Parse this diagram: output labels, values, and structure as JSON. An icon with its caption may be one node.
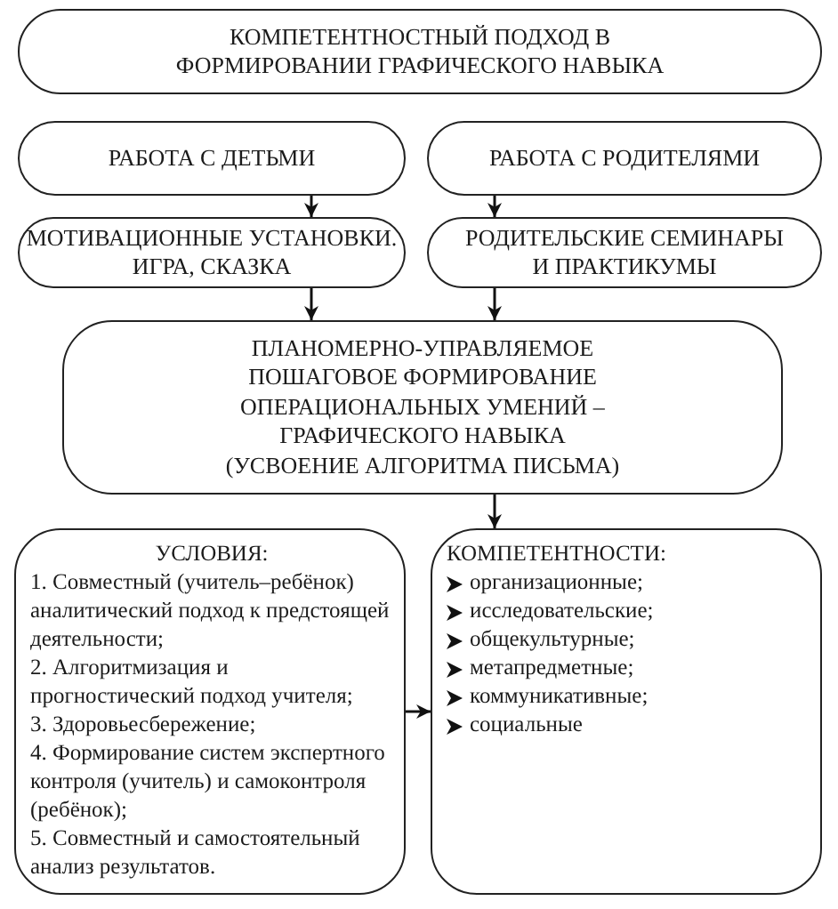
{
  "diagram": {
    "nodes": [
      {
        "text": [
          "КОМПЕТЕНТНОСТНЫЙ ПОДХОД В ФОРМИРОВАНИИ ГРАФИЧЕСКОГО НАВЫКА"
        ]
      },
      {
        "text": [
          "РАБОТА С ДЕТЬМИ"
        ]
      },
      {
        "text": [
          "РАБОТА С РОДИТЕЛЯМИ"
        ]
      },
      {
        "text": [
          "МОТИВАЦИОННЫЕ УСТАНОВКИ. ИГРА, СКАЗКА"
        ]
      },
      {
        "text": [
          "РОДИТЕЛЬСКИЕ СЕМИНАРЫ И ПРАКТИКУМЫ"
        ]
      },
      {
        "text": [
          "ПЛАНОМЕРНО-УПРАВЛЯЕМОЕ ПОШАГОВОЕ ФОРМИРОВАНИЕ ОПЕРАЦИОНАЛЬНЫХ УМЕНИЙ – ГРАФИЧЕСКОГО НАВЫКА (УСВОЕНИЕ АЛГОРИТМА ПИСЬМА)"
        ]
      },
      {
        "text": [
          "УСЛОВИЯ:",
          "1. Совместный (учитель–ребёнок) аналитический подход к предстоящей деятельности;",
          "2. Алгоритмизация и прогностический подход учителя;",
          "3. Здоровьесбережение;",
          "4. Формирование систем экспертного контроля (учитель) и самоконтроля (ребёнок);",
          "5. Совместный и самостоятельный анализ результатов."
        ]
      },
      {
        "text": [
          "КОМПЕТЕНТНОСТИ:",
          "организационные;",
          "исследовательские;",
          "общекультурные;",
          "метапредметные;",
          "коммуникативные;",
          "социальные"
        ]
      }
    ],
    "edges": [
      {
        "from": 1,
        "to": 3,
        "arrow": "to"
      },
      {
        "from": 2,
        "to": 4,
        "arrow": "to"
      },
      {
        "from": 3,
        "to": 5,
        "arrow": "to"
      },
      {
        "from": 4,
        "to": 5,
        "arrow": "to"
      },
      {
        "from": 5,
        "to": 7,
        "arrow": "to"
      },
      {
        "from": 6,
        "to": 7,
        "arrow": "to"
      }
    ]
  }
}
